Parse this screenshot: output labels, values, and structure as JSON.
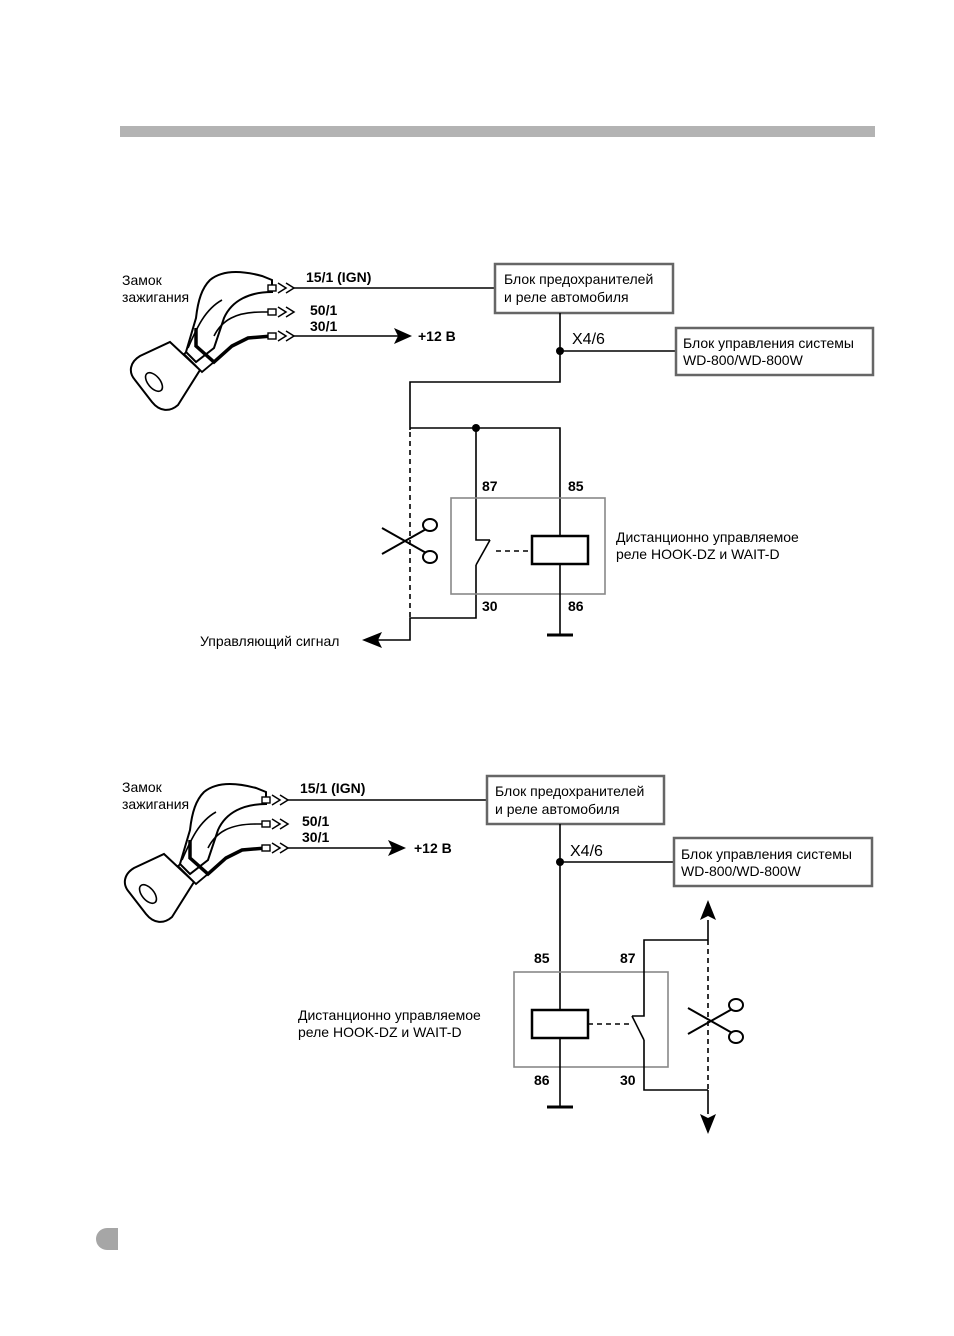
{
  "colors": {
    "header_bar": "#b3b3b3",
    "page_marker": "#a6a6a6",
    "box_border": "#666666"
  },
  "diagrams": [
    {
      "ignition_label_line1": "Замок",
      "ignition_label_line2": "зажигания",
      "terminal_15": "15/1 (IGN)",
      "terminal_50": "50/1",
      "terminal_30": "30/1",
      "supply": "+12 В",
      "fuse_box_line1": "Блок предохранителей",
      "fuse_box_line2": "и реле автомобиля",
      "connector": "X4/6",
      "control_unit_line1": "Блок управления системы",
      "control_unit_line2": "WD-800/WD-800W",
      "relay_line1": "Дистанционно управляемое",
      "relay_line2": "реле HOOK-DZ и WAIT-D",
      "pin_87": "87",
      "pin_85": "85",
      "pin_30": "30",
      "pin_86": "86",
      "output_signal": "Управляющий сигнал",
      "icons": [
        "ignition-key-icon",
        "scissors-icon",
        "ground-icon",
        "arrow-icon"
      ]
    },
    {
      "ignition_label_line1": "Замок",
      "ignition_label_line2": "зажигания",
      "terminal_15": "15/1 (IGN)",
      "terminal_50": "50/1",
      "terminal_30": "30/1",
      "supply": "+12 В",
      "fuse_box_line1": "Блок предохранителей",
      "fuse_box_line2": "и реле автомобиля",
      "connector": "X4/6",
      "control_unit_line1": "Блок управления системы",
      "control_unit_line2": "WD-800/WD-800W",
      "relay_line1": "Дистанционно управляемое",
      "relay_line2": "реле HOOK-DZ и WAIT-D",
      "pin_85": "85",
      "pin_87": "87",
      "pin_86": "86",
      "pin_30": "30",
      "icons": [
        "ignition-key-icon",
        "scissors-icon",
        "ground-icon",
        "arrow-icon"
      ]
    }
  ]
}
